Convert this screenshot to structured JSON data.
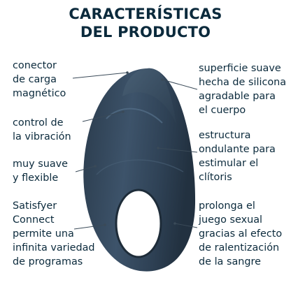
{
  "title": {
    "line1": "CARACTERÍSTICAS",
    "line2": "DEL PRODUCTO"
  },
  "features": {
    "charging": {
      "lines": [
        "conector",
        "de carga",
        "magnético"
      ]
    },
    "surface": {
      "lines": [
        "superficie suave",
        "hecha de silicona",
        "agradable para",
        "el cuerpo"
      ]
    },
    "vibration": {
      "lines": [
        "control de",
        "la vibración"
      ]
    },
    "structure": {
      "lines": [
        "estructura",
        "ondulante para",
        "estimular el",
        "clítoris"
      ]
    },
    "soft": {
      "lines": [
        "muy suave",
        "y flexible"
      ]
    },
    "connect": {
      "lines": [
        "Satisfyer",
        "Connect",
        "permite una",
        "infinita variedad",
        "de programas"
      ]
    },
    "prolong": {
      "lines": [
        "prolonga el",
        "juego sexual",
        "gracias al efecto",
        "de ralentización",
        "de la sangre"
      ]
    }
  },
  "colors": {
    "text": "#0b2a3c",
    "product": "#34495e",
    "product_dark": "#233444",
    "product_light": "#4d6378",
    "leader": "#3a4a58"
  }
}
